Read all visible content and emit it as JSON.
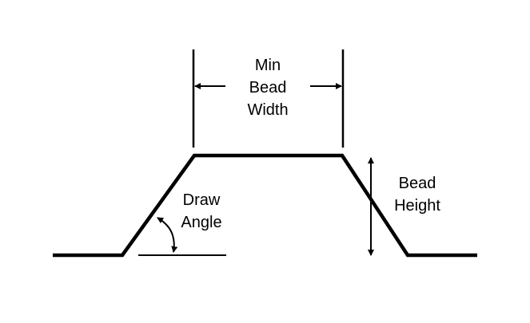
{
  "labels": {
    "min_bead_width": [
      "Min",
      "Bead",
      "Width"
    ],
    "draw_angle": [
      "Draw",
      "Angle"
    ],
    "bead_height": [
      "Bead",
      "Height"
    ]
  },
  "colors": {
    "stroke": "#000000",
    "background": "#ffffff"
  }
}
